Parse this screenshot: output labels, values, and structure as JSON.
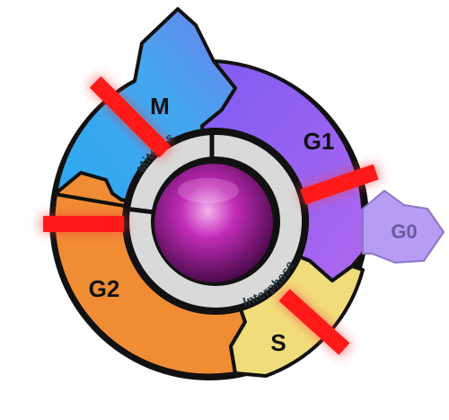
{
  "phases": {
    "m": {
      "label": "M",
      "color": "#2f9fe6"
    },
    "g1": {
      "label": "G1",
      "color": "#9a5cf0"
    },
    "s": {
      "label": "S",
      "color": "#f1dc7c"
    },
    "g2": {
      "label": "G2",
      "color": "#ef8c34"
    },
    "g0": {
      "label": "G0",
      "color": "#b79cf4"
    }
  },
  "ring": {
    "mitosis": "Mitosis",
    "interphase": "Interphase"
  },
  "colors": {
    "checkpoint": "#ff1a1a",
    "nucleus": "#c22cb8",
    "ring_fill": "#d9d9d9",
    "outline": "#111111"
  }
}
